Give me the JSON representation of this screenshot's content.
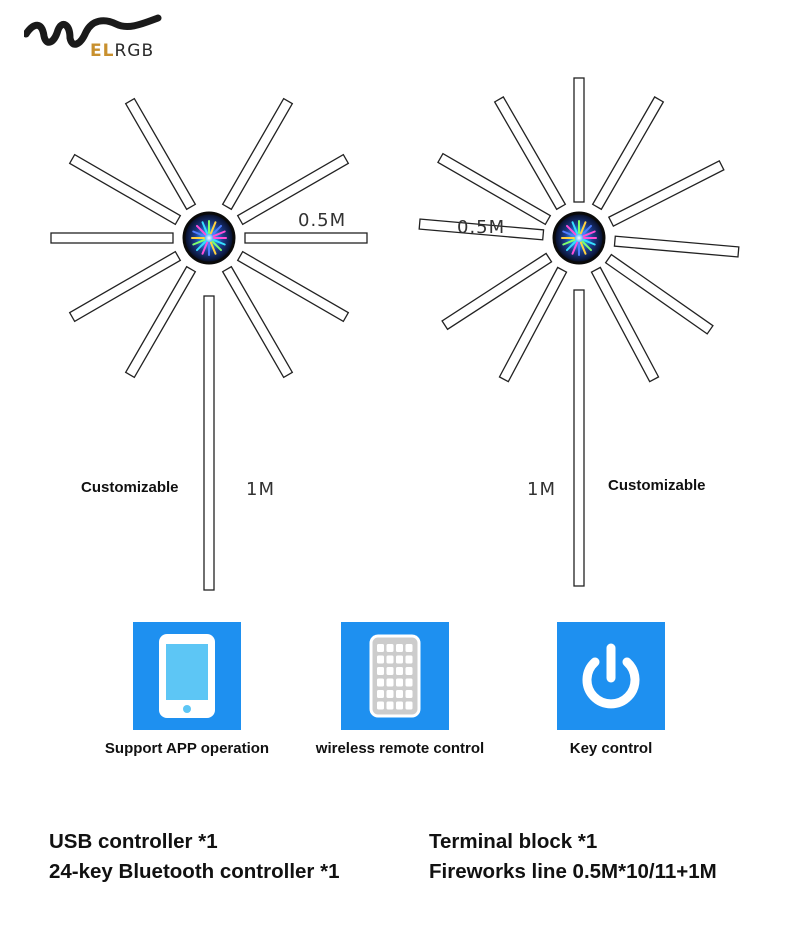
{
  "brand": {
    "logo_text_el": "EL",
    "logo_text_rgb": "RGB"
  },
  "diagram_left": {
    "branch_length_label": "0.5M",
    "stem_length_label": "1M",
    "stem_note": "Customizable"
  },
  "diagram_right": {
    "branch_length_label": "0.5M",
    "stem_length_label": "1M",
    "stem_note": "Customizable"
  },
  "features": [
    {
      "label": "Support APP operation",
      "icon": "smartphone-icon"
    },
    {
      "label": "wireless remote control",
      "icon": "remote-control-icon"
    },
    {
      "label": "Key control",
      "icon": "power-icon"
    }
  ],
  "package": {
    "left": [
      "USB controller *1",
      "24-key Bluetooth controller *1"
    ],
    "right": [
      "Terminal block *1",
      "Fireworks line 0.5M*10/11+1M"
    ]
  },
  "colors": {
    "tile_blue": "#1e90f0",
    "logo_gold": "#c8902e"
  }
}
